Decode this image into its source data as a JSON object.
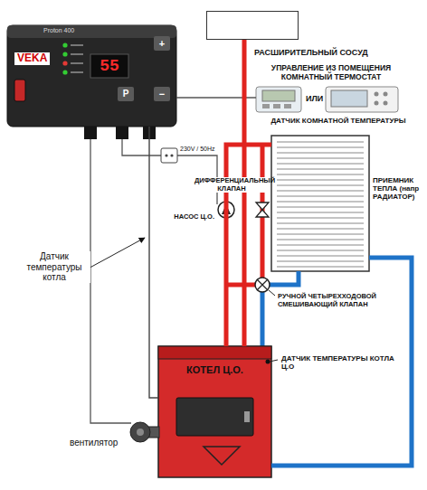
{
  "diagram": {
    "nodes": [
      {
        "text": [
          "Proton 400",
          "VEKA",
          "55",
          "P",
          "+",
          "−"
        ]
      },
      {
        "text": [
          "РАСШИРИТЕЛЬНЫЙ СОСУД"
        ]
      },
      {
        "text": [
          "ПРИЕМНИК ТЕПЛА (напр РАДИАТОР)"
        ]
      },
      {
        "text": [
          "КОТЕЛ Ц.О."
        ]
      }
    ],
    "edges": [
      {
        "from": 3,
        "to": 1,
        "arrow": "none"
      },
      {
        "from": 3,
        "to": 2,
        "arrow": "none"
      },
      {
        "from": 2,
        "to": 3,
        "arrow": "none"
      },
      {
        "from": 0,
        "to": 3,
        "arrow": "none"
      }
    ],
    "labels": [
      "УПРАВЛЕНИЕ ИЗ ПОМЕЩЕНИЯ КОМНАТНЫЙ ТЕРМОСТАТ",
      "ИЛИ",
      "ДАТЧИК КОМНАТНОЙ ТЕМПЕРАТУРЫ",
      "230V / 50Hz",
      "ДИФФЕРЕНЦИАЛЬНЫЙ КЛАПАН",
      "НАСОС Ц.О.",
      "РУЧНОЙ ЧЕТЫРЕХХОДОВОЙ СМЕШИВАЮЩИЙ КЛАПАН",
      "ДАТЧИК ТЕМПЕРАТУРЫ КОТЛА Ц.О",
      "Датчик температуры котла",
      "вентилятор"
    ]
  }
}
